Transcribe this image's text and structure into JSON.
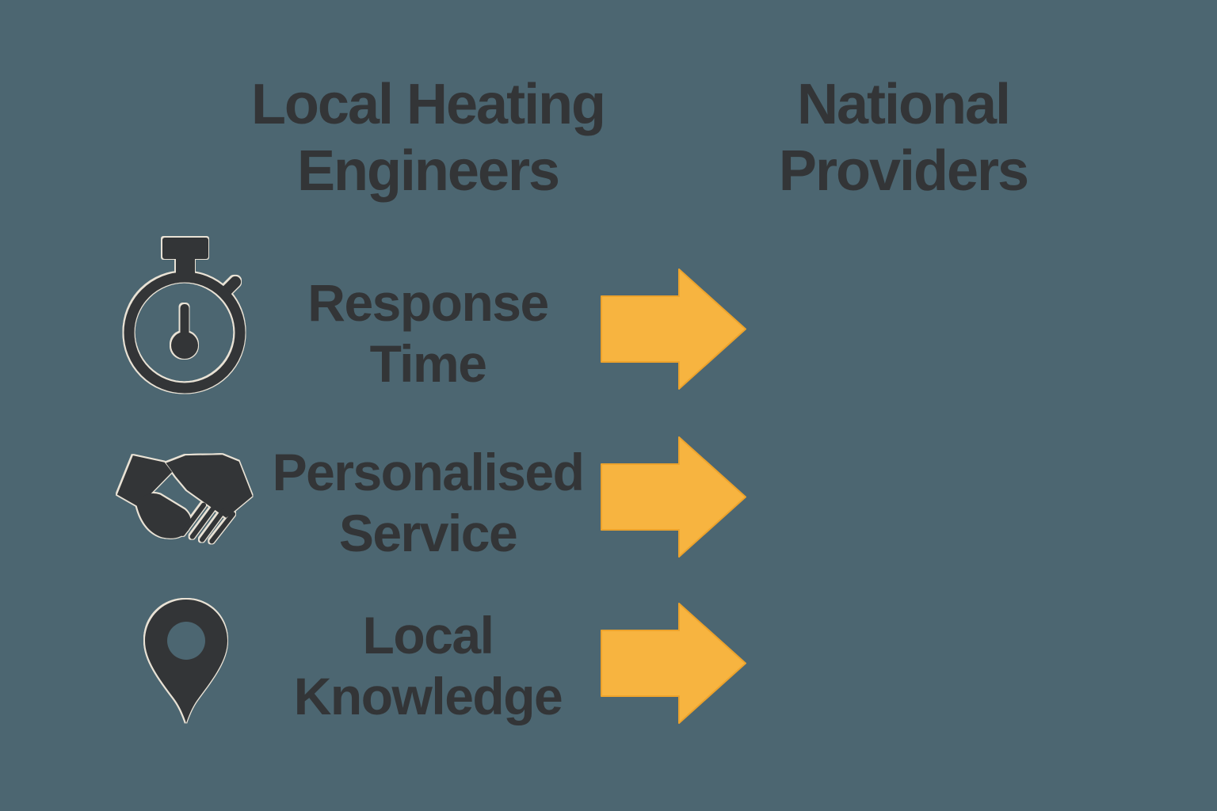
{
  "colors": {
    "background": "#4c6671",
    "ink": "#333537",
    "halo": "#e9e2d5",
    "arrow": "#f7b440",
    "arrowEdge": "#eda32c"
  },
  "headings": {
    "left": {
      "lines": [
        "Local Heating",
        "Engineers"
      ]
    },
    "right": {
      "lines": [
        "National",
        "Providers"
      ]
    }
  },
  "rows": [
    {
      "icon": "stopwatch-icon",
      "lines": [
        "Response",
        "Time"
      ]
    },
    {
      "icon": "handshake-icon",
      "lines": [
        "Personalised",
        "Service"
      ]
    },
    {
      "icon": "location-pin-icon",
      "lines": [
        "Local",
        "Knowledge"
      ]
    }
  ]
}
